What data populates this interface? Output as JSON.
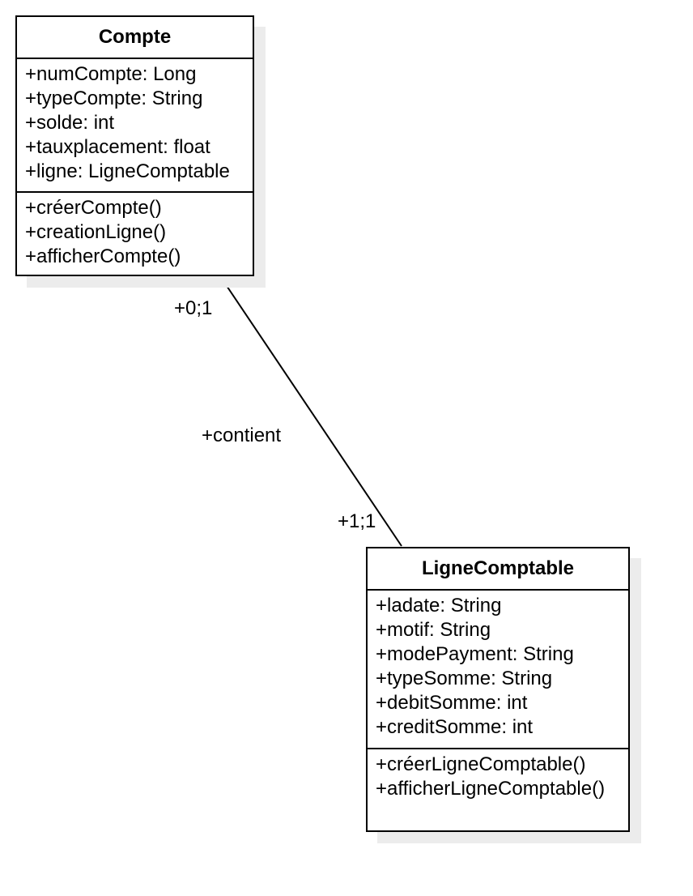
{
  "classes": {
    "compte": {
      "name": "Compte",
      "attributes": [
        "+numCompte: Long",
        "+typeCompte: String",
        "+solde: int",
        "+tauxplacement: float",
        "+ligne: LigneComptable"
      ],
      "methods": [
        "+créerCompte()",
        "+creationLigne()",
        "+afficherCompte()"
      ]
    },
    "ligne": {
      "name": "LigneComptable",
      "attributes": [
        "+ladate: String",
        "+motif: String",
        "+modePayment: String",
        "+typeSomme: String",
        "+debitSomme: int",
        "+creditSomme: int"
      ],
      "methods": [
        "+créerLigneComptable()",
        "+afficherLigneComptable()"
      ]
    }
  },
  "association": {
    "name": "+contient",
    "source_multiplicity": "+0;1",
    "target_multiplicity": "+1;1"
  },
  "colors": {
    "border": "#000000",
    "shadow": "#ececec",
    "background": "#ffffff"
  }
}
